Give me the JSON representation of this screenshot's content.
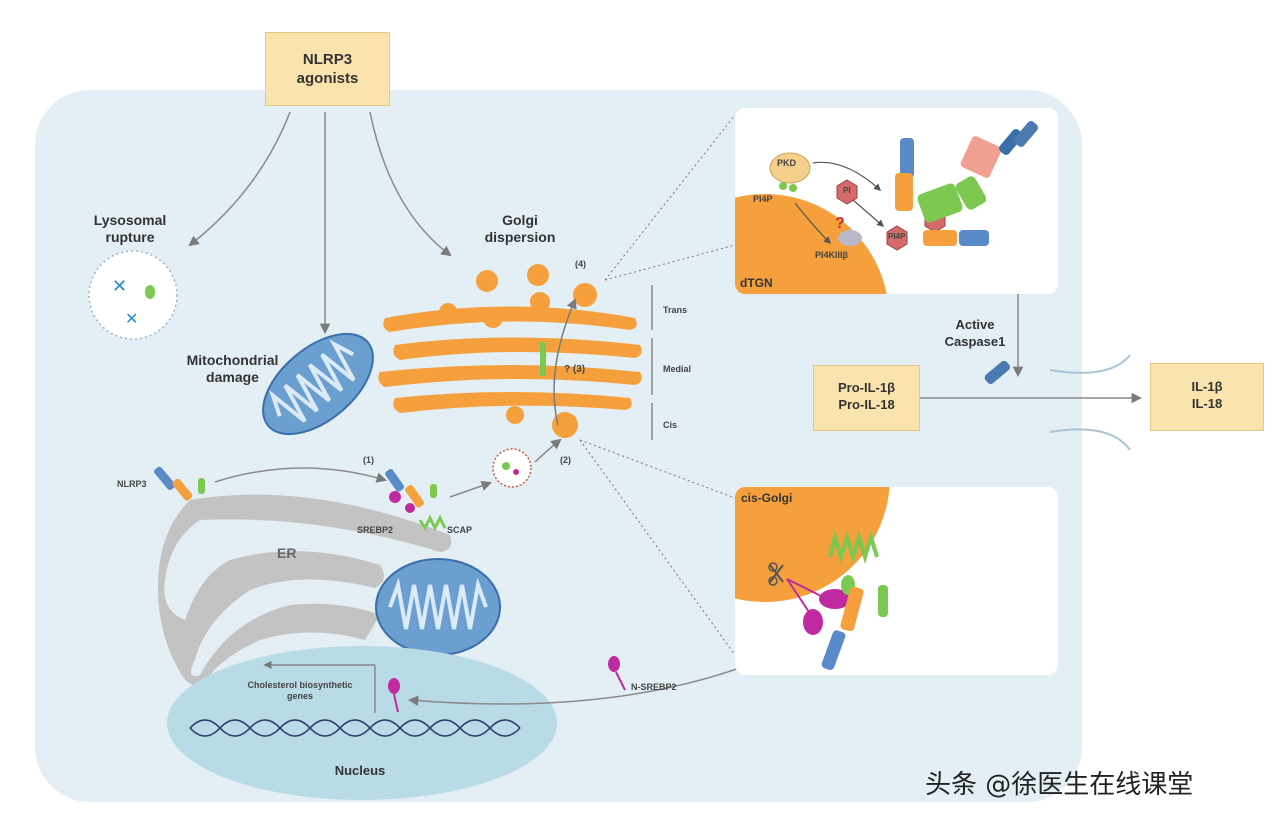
{
  "agonists": {
    "line1": "NLRP3",
    "line2": "agonists"
  },
  "lysosomal": {
    "line1": "Lysosomal",
    "line2": "rupture"
  },
  "mito": {
    "line1": "Mitochondrial",
    "line2": "damage"
  },
  "golgi": {
    "line1": "Golgi",
    "line2": "dispersion",
    "trans": "Trans",
    "medial": "Medial",
    "cis": "Cis",
    "step4": "(4)",
    "step3": "? (3)",
    "step2": "(2)"
  },
  "er": {
    "nlrp3": "NLRP3",
    "step1": "(1)",
    "srebp2": "SREBP2",
    "scap": "SCAP",
    "er_label": "ER"
  },
  "nucleus": {
    "label": "Nucleus",
    "genes_line1": "Cholesterol biosynthetic",
    "genes_line2": "genes",
    "nsrebp2": "N-SREBP2"
  },
  "dtgn": {
    "label": "dTGN",
    "pkd": "PKD",
    "pi4p": "PI4P",
    "pi": "PI",
    "pi4kiiib": "PI4KIIIβ",
    "question": "?"
  },
  "cis_golgi": {
    "label": "cis-Golgi"
  },
  "caspase": {
    "line1": "Active",
    "line2": "Caspase1"
  },
  "pro_il": {
    "line1": "Pro-IL-1β",
    "line2": "Pro-IL-18"
  },
  "il": {
    "line1": "IL-1β",
    "line2": "IL-18"
  },
  "watermark": "头条 @徐医生在线课堂",
  "colors": {
    "cell": "#e3eef5",
    "golgi": "#f5a03c",
    "mito": "#6a9fd0",
    "er": "#c3c3c3",
    "nucleus": "#b9dbe8",
    "box": "#fbe3ae"
  }
}
